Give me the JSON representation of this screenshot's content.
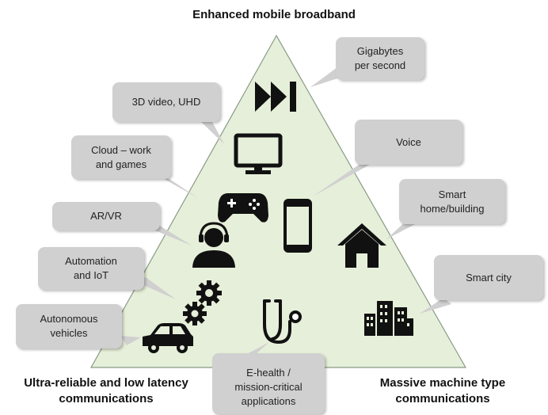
{
  "diagram": {
    "top_label": "Enhanced mobile broadband",
    "left_label": "Ultra-reliable and low latency\ncommunications",
    "right_label": "Massive machine type\ncommunications",
    "triangle_fill": "#e6efd9",
    "callout_fill": "#d0d0d0",
    "icon_color": "#111111"
  },
  "callouts": {
    "gigabytes": "Gigabytes\nper second",
    "video": "3D video, UHD",
    "cloud": "Cloud – work\nand games",
    "voice": "Voice",
    "smart_home": "Smart\nhome/building",
    "arvr": "AR/VR",
    "automation": "Automation\nand IoT",
    "smart_city": "Smart city",
    "autonomous": "Autonomous\nvehicles",
    "ehealth": "E-health /\nmission-critical\napplications"
  },
  "icons": [
    "fast-forward-icon",
    "monitor-icon",
    "gamepad-icon",
    "smartphone-icon",
    "home-icon",
    "vr-headset-user-icon",
    "gears-icon",
    "car-icon",
    "stethoscope-icon",
    "city-buildings-icon"
  ]
}
